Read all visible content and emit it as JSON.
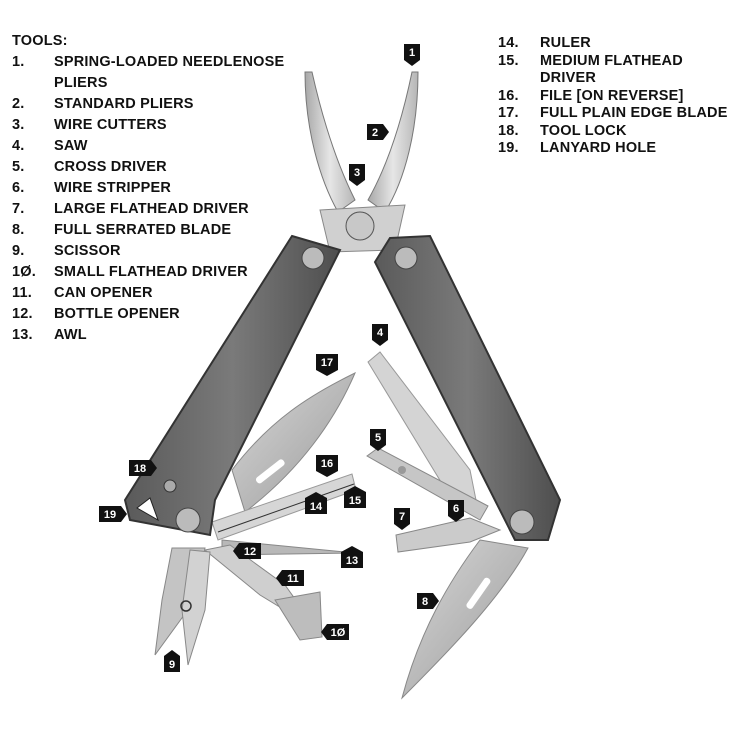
{
  "legend": {
    "title": "TOOLS:",
    "items": [
      {
        "num": "1.",
        "label": "SPRING-LOADED NEEDLENOSE PLIERS"
      },
      {
        "num": "2.",
        "label": "STANDARD PLIERS"
      },
      {
        "num": "3.",
        "label": "WIRE CUTTERS"
      },
      {
        "num": "4.",
        "label": "SAW"
      },
      {
        "num": "5.",
        "label": "CROSS DRIVER"
      },
      {
        "num": "6.",
        "label": "WIRE STRIPPER"
      },
      {
        "num": "7.",
        "label": "LARGE FLATHEAD DRIVER"
      },
      {
        "num": "8.",
        "label": "FULL SERRATED BLADE"
      },
      {
        "num": "9.",
        "label": "SCISSOR"
      },
      {
        "num": "1Ø.",
        "label": "SMALL FLATHEAD DRIVER"
      },
      {
        "num": "11.",
        "label": "CAN OPENER"
      },
      {
        "num": "12.",
        "label": "BOTTLE OPENER"
      },
      {
        "num": "13.",
        "label": "AWL"
      },
      {
        "num": "14.",
        "label": "RULER"
      },
      {
        "num": "15.",
        "label": "MEDIUM FLATHEAD DRIVER"
      },
      {
        "num": "16.",
        "label": "FILE [ON REVERSE]"
      },
      {
        "num": "17.",
        "label": "FULL PLAIN EDGE BLADE"
      },
      {
        "num": "18.",
        "label": "TOOL LOCK"
      },
      {
        "num": "19.",
        "label": "LANYARD HOLE"
      }
    ]
  },
  "callouts": [
    {
      "id": "1",
      "text": "1",
      "pointer": "down"
    },
    {
      "id": "2",
      "text": "2",
      "pointer": "right"
    },
    {
      "id": "3",
      "text": "3",
      "pointer": "down"
    },
    {
      "id": "4",
      "text": "4",
      "pointer": "down"
    },
    {
      "id": "5",
      "text": "5",
      "pointer": "down"
    },
    {
      "id": "6",
      "text": "6",
      "pointer": "down"
    },
    {
      "id": "7",
      "text": "7",
      "pointer": "down"
    },
    {
      "id": "8",
      "text": "8",
      "pointer": "right"
    },
    {
      "id": "9",
      "text": "9",
      "pointer": "up"
    },
    {
      "id": "10",
      "text": "1Ø",
      "pointer": "left"
    },
    {
      "id": "11",
      "text": "11",
      "pointer": "left"
    },
    {
      "id": "12",
      "text": "12",
      "pointer": "left"
    },
    {
      "id": "13",
      "text": "13",
      "pointer": "up"
    },
    {
      "id": "14",
      "text": "14",
      "pointer": "up"
    },
    {
      "id": "15",
      "text": "15",
      "pointer": "up"
    },
    {
      "id": "16",
      "text": "16",
      "pointer": "down"
    },
    {
      "id": "17",
      "text": "17",
      "pointer": "down"
    },
    {
      "id": "18",
      "text": "18",
      "pointer": "right"
    },
    {
      "id": "19",
      "text": "19",
      "pointer": "right"
    }
  ],
  "colors": {
    "handle": "#6d6d6d",
    "handle_dark": "#3c3c3c",
    "steel": "#c9c9c9",
    "steel_light": "#e4e4e4",
    "tag": "#111111"
  }
}
